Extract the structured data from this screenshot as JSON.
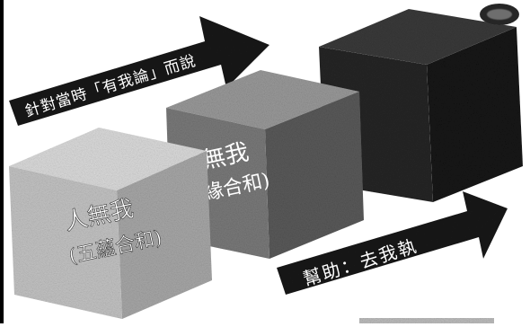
{
  "top_arrow": {
    "label": "針對當時「有我論」而說"
  },
  "bottom_arrow": {
    "label": "幫助：去我執"
  },
  "cubes": [
    {
      "line1": "人無我",
      "line2": "(五蘊合和)",
      "fill": "#c8c8c8"
    },
    {
      "line1": "法無我",
      "line2": "(因緣合和)",
      "fill": "#7a7a7a"
    },
    {
      "line1": "",
      "line2": "",
      "fill": "#262626"
    }
  ],
  "badge": {
    "label": ""
  },
  "colors": {
    "arrow": "#1a1a1a",
    "arrow_text": "#ffffff",
    "cube_text": "#ffffff"
  }
}
